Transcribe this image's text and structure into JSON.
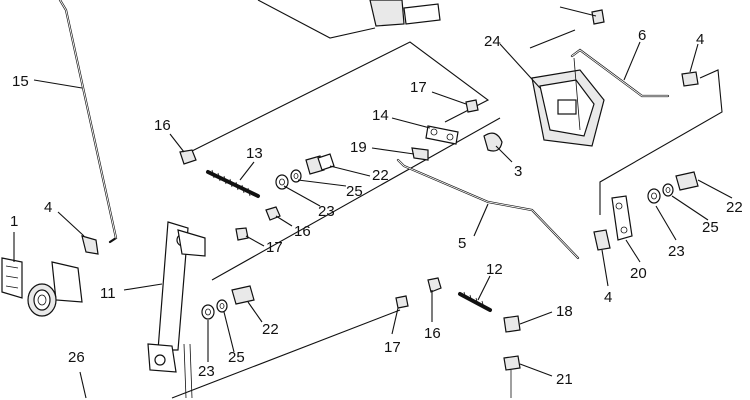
{
  "diagram": {
    "callouts": [
      {
        "id": "c15",
        "text": "15"
      },
      {
        "id": "c1",
        "text": "1"
      },
      {
        "id": "c4a",
        "text": "4"
      },
      {
        "id": "c26",
        "text": "26"
      },
      {
        "id": "c16a",
        "text": "16"
      },
      {
        "id": "c13",
        "text": "13"
      },
      {
        "id": "c11",
        "text": "11"
      },
      {
        "id": "c17a",
        "text": "17"
      },
      {
        "id": "c16b",
        "text": "16"
      },
      {
        "id": "c23a",
        "text": "23"
      },
      {
        "id": "c25a",
        "text": "25"
      },
      {
        "id": "c22a",
        "text": "22"
      },
      {
        "id": "c23b",
        "text": "23"
      },
      {
        "id": "c25b",
        "text": "25"
      },
      {
        "id": "c22b",
        "text": "22"
      },
      {
        "id": "c17b",
        "text": "17"
      },
      {
        "id": "c14",
        "text": "14"
      },
      {
        "id": "c19",
        "text": "19"
      },
      {
        "id": "c3",
        "text": "3"
      },
      {
        "id": "c24",
        "text": "24"
      },
      {
        "id": "c6",
        "text": "6"
      },
      {
        "id": "c4b",
        "text": "4"
      },
      {
        "id": "c5",
        "text": "5"
      },
      {
        "id": "c17c",
        "text": "17"
      },
      {
        "id": "c16c",
        "text": "16"
      },
      {
        "id": "c12",
        "text": "12"
      },
      {
        "id": "c18",
        "text": "18"
      },
      {
        "id": "c21",
        "text": "21"
      },
      {
        "id": "c22c",
        "text": "22"
      },
      {
        "id": "c25c",
        "text": "25"
      },
      {
        "id": "c23c",
        "text": "23"
      },
      {
        "id": "c20",
        "text": "20"
      },
      {
        "id": "c4c",
        "text": "4"
      }
    ]
  }
}
